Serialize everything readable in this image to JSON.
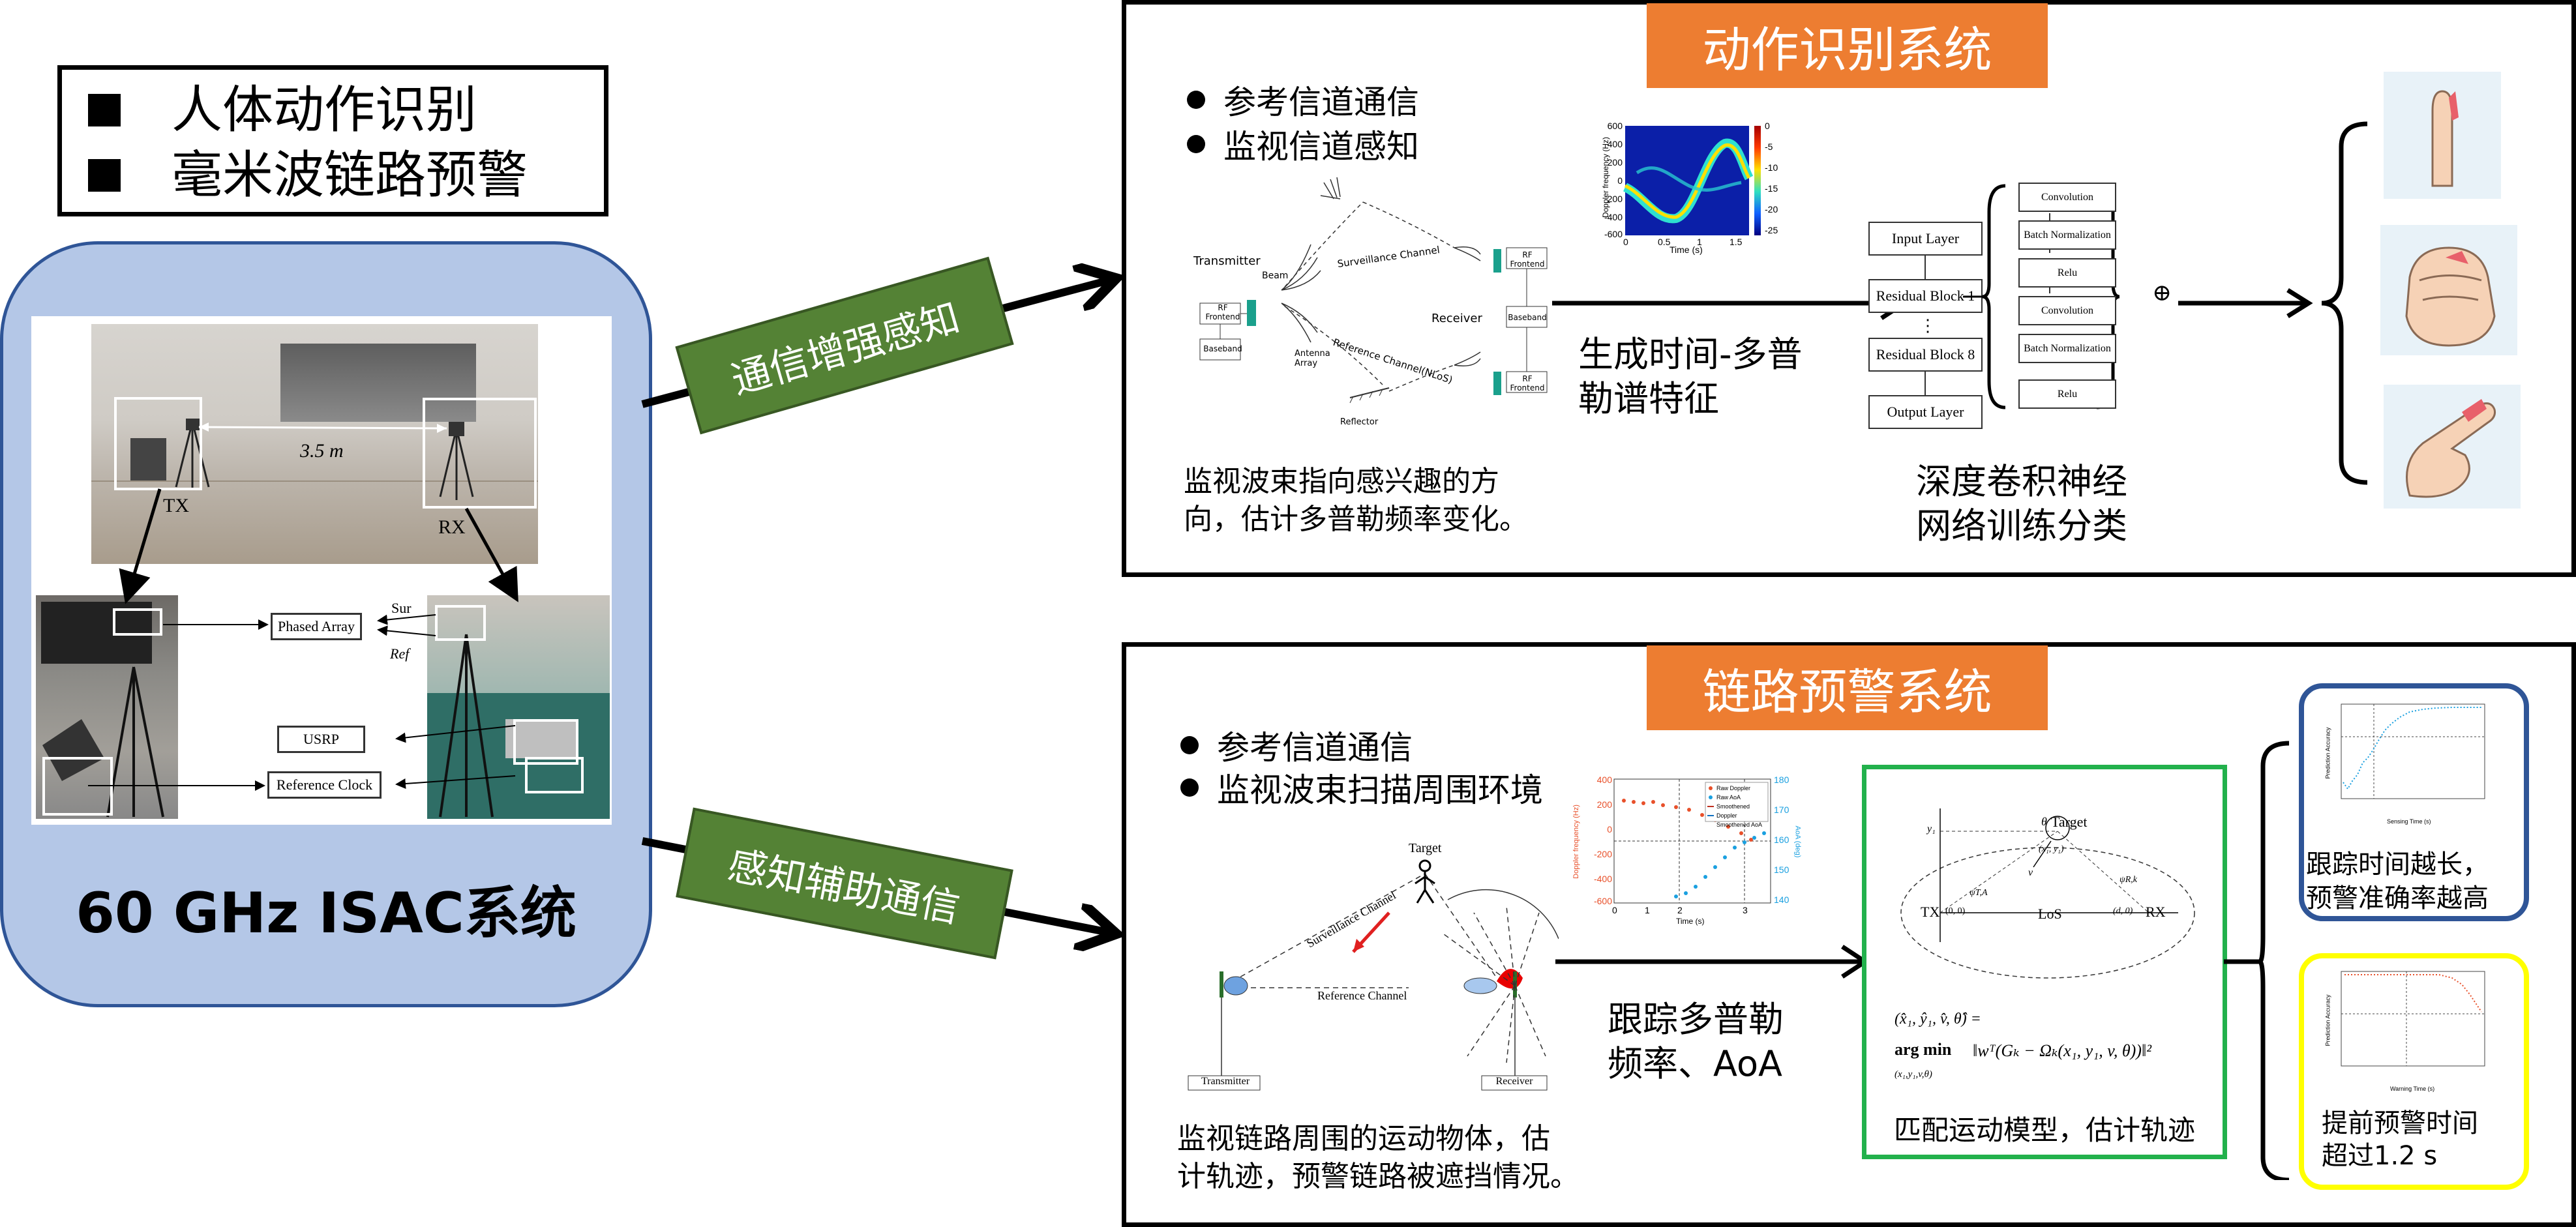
{
  "legend": {
    "items": [
      "人体动作识别",
      "毫米波链路预警"
    ]
  },
  "isac": {
    "title": "60 GHz ISAC系统",
    "distance_label": "3.5 m",
    "tx_label": "TX",
    "rx_label": "RX",
    "phased_array": "Phased Array",
    "usrp": "USRP",
    "reference_clock": "Reference Clock",
    "sur_label": "Sur",
    "ref_label": "Ref"
  },
  "banners": {
    "upper": "通信增强感知",
    "lower": "感知辅助通信"
  },
  "recognition": {
    "title": "动作识别系统",
    "bullets": [
      "参考信道通信",
      "监视信道感知"
    ],
    "diagram": {
      "transmitter": "Transmitter",
      "receiver": "Receiver",
      "beam": "Beam",
      "antenna_array": "Antenna Array",
      "surveillance_channel": "Surveillance Channel",
      "reference_channel": "Reference Channel(NLoS)",
      "reflector": "Reflector",
      "rf_frontend": "RF Frontend",
      "baseband": "Baseband"
    },
    "caption": "监视波束指向感兴趣的方向，估计多普勒频率变化。",
    "caption_lines": [
      "监视波束指向感兴趣的方",
      "向，估计多普勒频率变化。"
    ],
    "spectrogram": {
      "ylabel": "Doppler frequency (Hz)",
      "xlabel": "Time (s)",
      "yticks": [
        "600",
        "400",
        "200",
        "0",
        "-200",
        "-400",
        "-600"
      ],
      "xticks": [
        "0",
        "0.5",
        "1",
        "1.5"
      ],
      "cticks": [
        "0",
        "-5",
        "-10",
        "-15",
        "-20",
        "-25"
      ]
    },
    "feature_label_lines": [
      "生成时间-多普",
      "勒谱特征"
    ],
    "network": {
      "input": "Input Layer",
      "res1": "Residual Block 1",
      "dots": "⋮",
      "res8": "Residual Block 8",
      "output": "Output Layer",
      "conv1": "Convolution",
      "bn1": "Batch Normalization",
      "relu1": "Relu",
      "conv2": "Convolution",
      "bn2": "Batch Normalization",
      "relu2": "Relu",
      "plus": "⊕"
    },
    "classifier_lines": [
      "深度卷积神经",
      "网络训练分类"
    ]
  },
  "warning": {
    "title": "链路预警系统",
    "bullets": [
      "参考信道通信",
      "监视波束扫描周围环境"
    ],
    "diagram": {
      "target": "Target",
      "surveillance_channel": "Surveillance Channel",
      "reference_channel": "Reference Channel",
      "transmitter": "Transmitter",
      "receiver": "Receiver"
    },
    "caption_lines": [
      "监视链路周围的运动物体，估",
      "计轨迹，预警链路被遮挡情况。"
    ],
    "tracking_plot": {
      "legend": [
        "Raw Doppler",
        "Raw AoA",
        "Smoothened Doppler",
        "Smoothened AoA"
      ],
      "ylabel_left": "Doppler frequency (Hz)",
      "ylabel_right": "AoA (deg)",
      "xlabel": "Time (s)",
      "yticks_left": [
        "400",
        "200",
        "0",
        "-200",
        "-400",
        "-600"
      ],
      "yticks_right": [
        "180",
        "170",
        "160",
        "150",
        "140"
      ],
      "xticks": [
        "0",
        "1",
        "2",
        "3"
      ]
    },
    "tracking_label_lines": [
      "跟踪多普勒",
      "频率、AoA"
    ],
    "model": {
      "target": "Target",
      "tx": "TX",
      "rx": "RX",
      "los": "LoS",
      "theta": "θ",
      "origin": "(0, 0)",
      "rx_coord": "(d, 0)",
      "target_coord": "(x₁, y₁)",
      "y1": "y₁",
      "psi_ta": "ψT,A",
      "psi_rk": "ψR,k",
      "v": "v",
      "eq_lhs": "(x̂₁, ŷ₁, v̂, θ̂) =",
      "eq_argmin": "arg min",
      "eq_sub": "(x₁,y₁,v,θ)",
      "eq_body": "‖wᵀ(Gₖ − Ωₖ(x₁, y₁, v, θ))‖²"
    },
    "model_caption": "匹配运动模型，估计轨迹",
    "blue_caption_lines": [
      "跟踪时间越长，",
      "预警准确率越高"
    ],
    "yellow_caption_lines": [
      "提前预警时间",
      "超过1.2 s"
    ],
    "blue_plot": {
      "xlabel": "Sensing Time (s)",
      "ylabel": "Prediction Accuracy"
    },
    "yellow_plot": {
      "xlabel": "Warning Time (s)",
      "ylabel": "Prediction Accuracy"
    }
  },
  "colors": {
    "panel_blue": "#b4c7e7",
    "panel_border": "#2f5597",
    "banner_green": "#548235",
    "title_orange": "#ed7d31",
    "model_green": "#22b14c",
    "accuracy_blue": "#2f5597",
    "accuracy_yellow": "#ffff00"
  }
}
